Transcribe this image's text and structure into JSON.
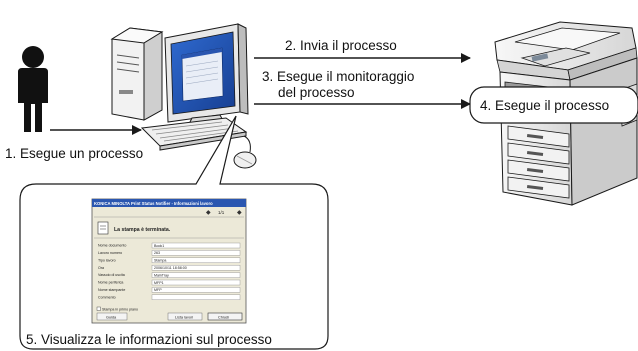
{
  "colors": {
    "arrow": "#1a1a1a",
    "stroke": "#1a1a1a",
    "screen_blue": "#1f57b8",
    "window_title_blue": "#2a56b0",
    "device_gray": "#e9e9e9"
  },
  "steps": {
    "step1": "1. Esegue un processo",
    "step2": "2. Invia il processo",
    "step3_line1": "3. Esegue il monitoraggio",
    "step3_line2": "del processo",
    "step4": "4. Esegue il processo",
    "step5": "5. Visualizza le informazioni sul processo"
  },
  "window": {
    "title": "KONICA MINOLTA Print Status Notifier - Informazioni lavoro",
    "page_indicator": "1/1",
    "heading": "La stampa è terminata.",
    "rows": [
      {
        "label": "Nome documento",
        "value": "Book1"
      },
      {
        "label": "Lavoro numero",
        "value": "263"
      },
      {
        "label": "Tipo lavoro",
        "value": "Stampa"
      },
      {
        "label": "Ora",
        "value": "2006/10/11 18:58:00"
      },
      {
        "label": "Vassoio di uscita",
        "value": "MainTray"
      },
      {
        "label": "Nome periferica",
        "value": "MFP1"
      },
      {
        "label": "Nome stampante",
        "value": "MFP"
      },
      {
        "label": "Commento",
        "value": ""
      }
    ],
    "checkbox_label": "Stampa in primo piano",
    "buttons": {
      "left": "Guida",
      "middle": "Lista lavori",
      "right": "Chiudi"
    }
  },
  "icons": [
    "person-icon",
    "computer-icon",
    "mfp-printer-icon",
    "mouse-icon",
    "keyboard-icon",
    "document-icon"
  ]
}
